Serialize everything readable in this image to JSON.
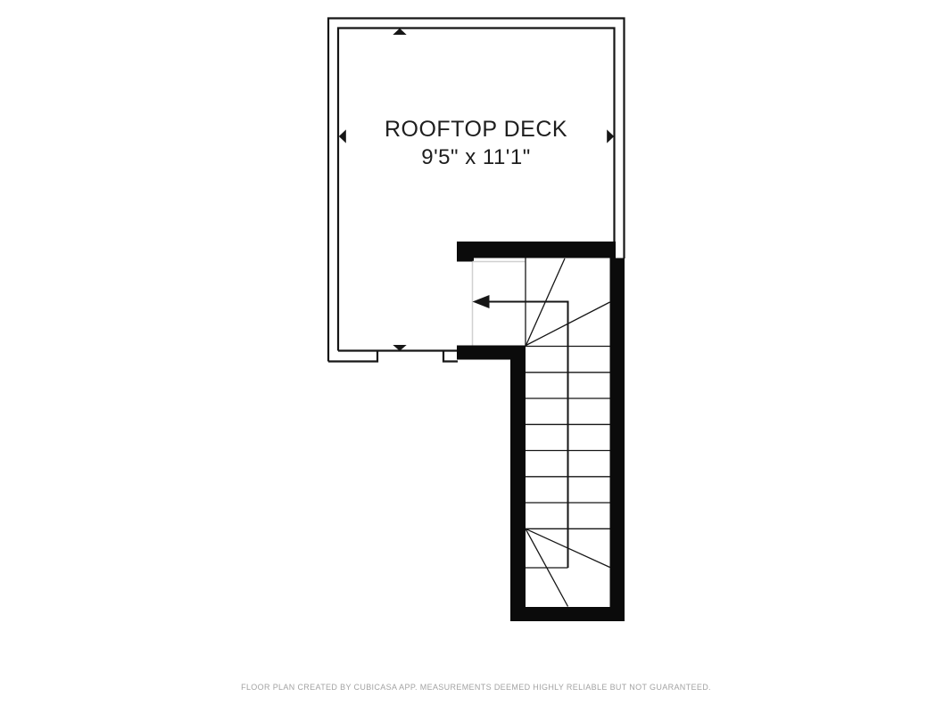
{
  "room": {
    "name": "ROOFTOP DECK",
    "dimensions": "9'5\" x 11'1\""
  },
  "footer": {
    "text": "FLOOR PLAN CREATED BY CUBICASA APP. MEASUREMENTS DEEMED HIGHLY RELIABLE BUT NOT GUARANTEED."
  },
  "stairs": {
    "straight_tread_count": 7,
    "winder_turns": 2,
    "walk_direction": "up toward deck (arrow points left into deck)"
  },
  "icons": {
    "walk_arrow": "stairs-walk-arrow",
    "dimension_arrows": [
      "dimension-arrow-up",
      "dimension-arrow-down",
      "dimension-arrow-left",
      "dimension-arrow-right"
    ]
  },
  "colors": {
    "wall": "#0b0b0b",
    "line": "#161616",
    "opening": "#d0d0d0",
    "label": "#1e1e1e",
    "footer": "#a3a3a3",
    "bg": "#ffffff"
  }
}
